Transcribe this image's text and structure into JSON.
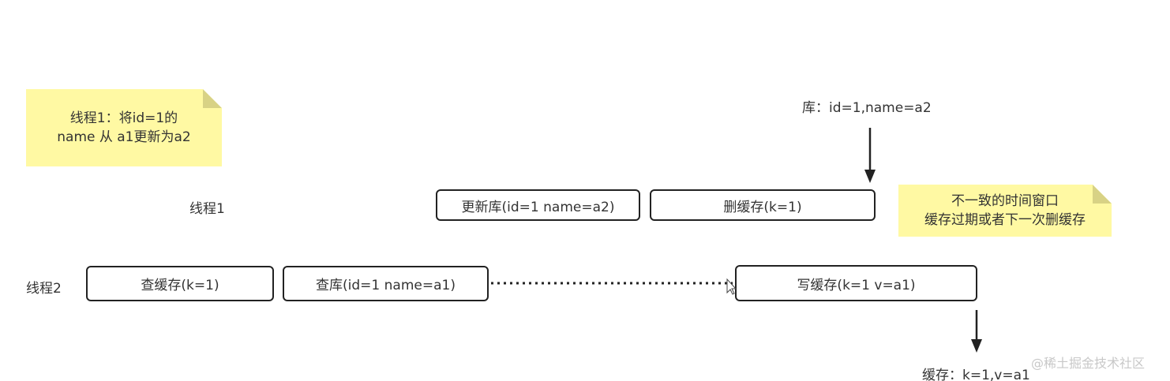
{
  "notes": {
    "thread1_note": {
      "line1": "线程1：将id=1的",
      "line2": "name 从 a1更新为a2"
    },
    "window_note": {
      "line1": "不一致的时间窗口",
      "line2": "缓存过期或者下一次删缓存"
    }
  },
  "labels": {
    "db_state": "库：id=1,name=a2",
    "cache_state": "缓存：k=1,v=a1",
    "thread1": "线程1",
    "thread2": "线程2"
  },
  "thread1_steps": {
    "update_db": "更新库(id=1 name=a2)",
    "delete_cache": "删缓存(k=1)"
  },
  "thread2_steps": {
    "query_cache": "查缓存(k=1)",
    "query_db": "查库(id=1 name=a1)",
    "write_cache": "写缓存(k=1 v=a1)"
  },
  "watermark": "@稀土掘金技术社区",
  "colors": {
    "note_bg": "#fff9a3",
    "box_border": "#222222",
    "text": "#333333"
  }
}
